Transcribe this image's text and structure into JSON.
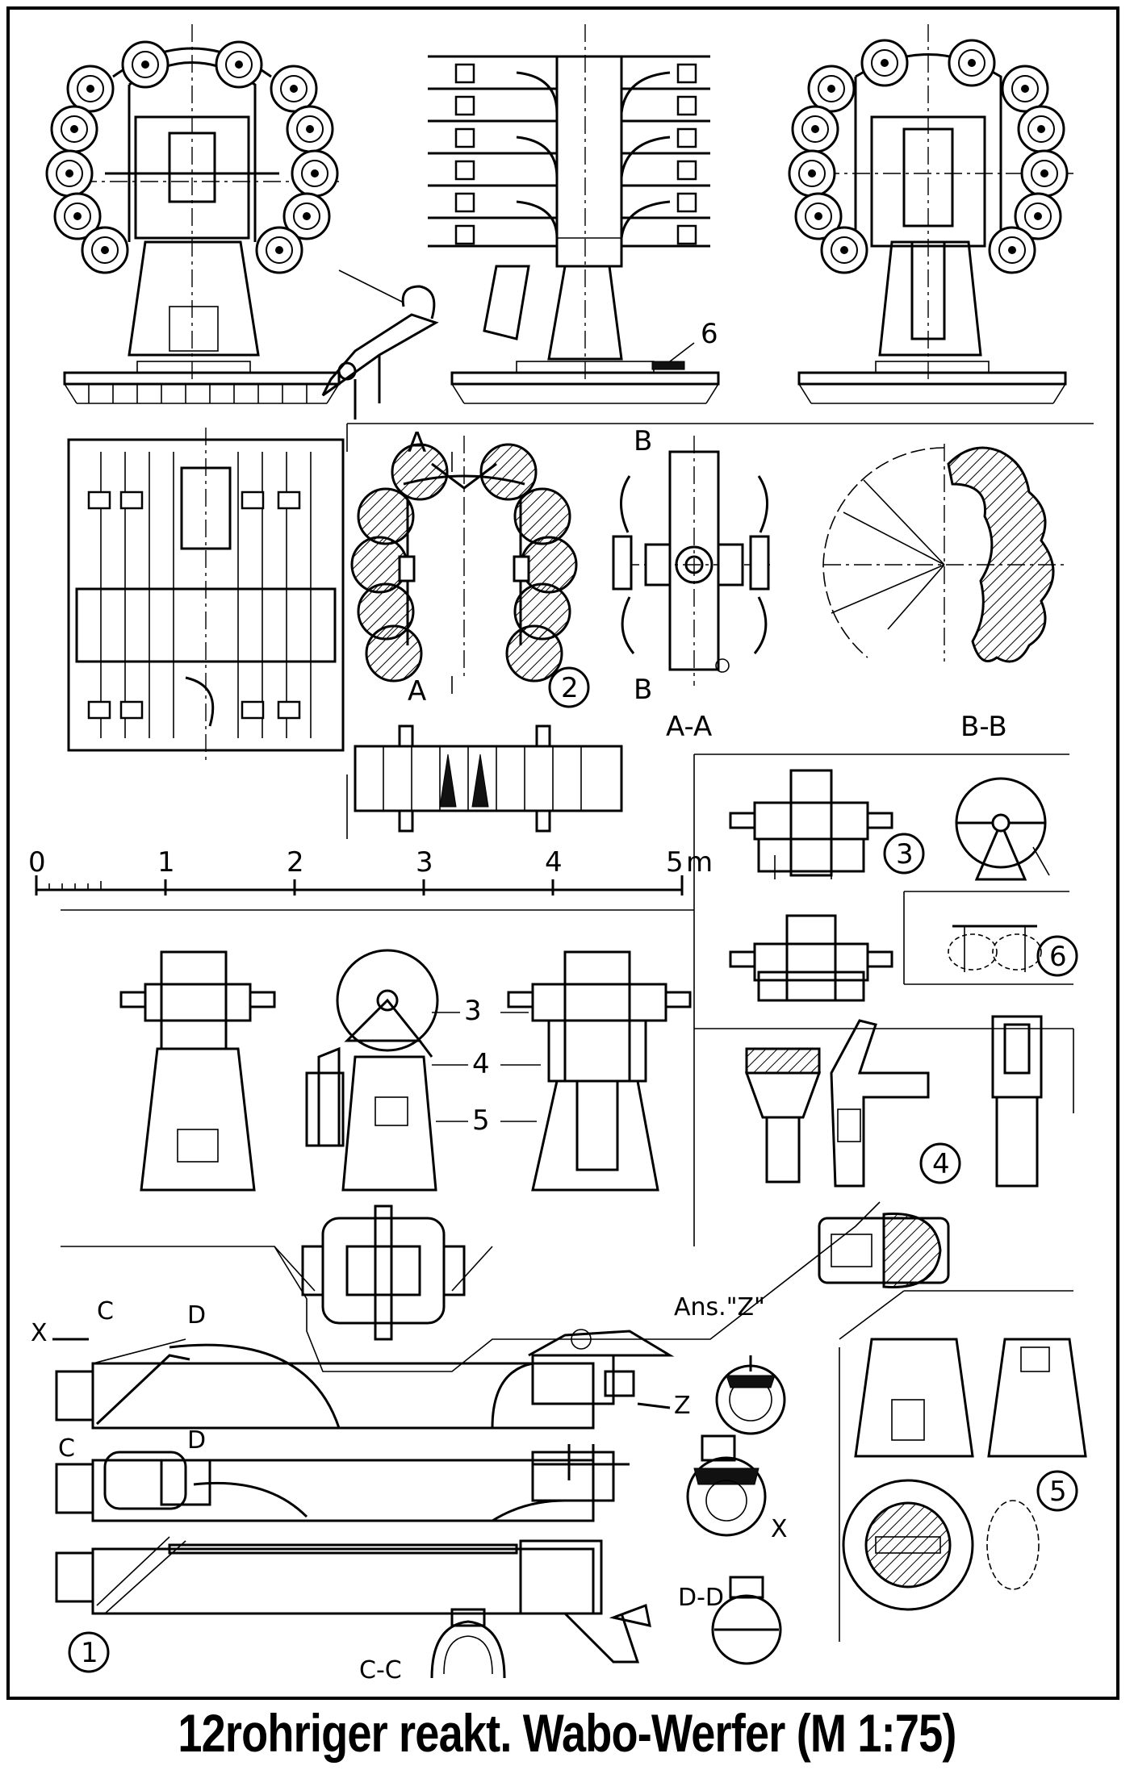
{
  "caption": "12rohriger reakt. Wabo-Werfer (M 1:75)",
  "scale": {
    "ticks": [
      "0",
      "1",
      "2",
      "3",
      "4",
      "5"
    ],
    "unit": "m"
  },
  "detail_numbers": {
    "d1": "1",
    "d2": "2",
    "d3": "3",
    "d4": "4",
    "d5": "5",
    "d6": "6"
  },
  "callouts": {
    "c3": "3",
    "c4": "4",
    "c5": "5",
    "c6": "6"
  },
  "section_labels": {
    "a_top": "A",
    "a_bottom": "A",
    "b_top": "B",
    "b_bottom": "B",
    "aa": "A-A",
    "bb": "B-B",
    "ans_z": "Ans.\"Z\"",
    "c_top": "C",
    "d_top": "D",
    "c_mid": "C",
    "d_mid": "D",
    "x_left": "X",
    "z_arrow": "Z",
    "x_right": "X",
    "dd": "D-D",
    "cc": "C-C"
  }
}
